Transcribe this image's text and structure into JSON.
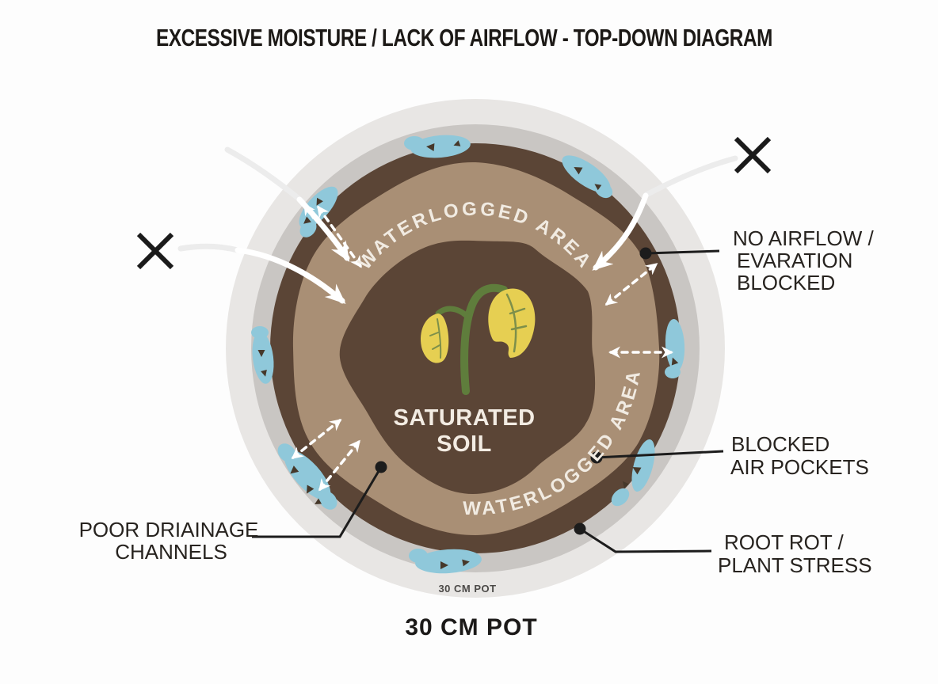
{
  "title": "EXCESSIVE MOISTURE / LACK OF AIRFLOW - TOP-DOWN DIAGRAM",
  "diagram": {
    "ring_label_top": "WATERLOGGED AREA",
    "ring_label_bottom": "WATERLOGGED AREA",
    "center_label": {
      "line1": "SATURATED",
      "line2": "SOIL"
    },
    "pot_size_inner": "30 CM POT",
    "pot_size_caption": "30 CM POT"
  },
  "callouts": {
    "no_airflow": {
      "lines": [
        "NO AIRFLOW /",
        "EVARATION",
        "BLOCKED"
      ]
    },
    "blocked_air_pockets": {
      "lines": [
        "BLOCKED",
        "AIR POCKETS"
      ]
    },
    "root_rot": {
      "lines": [
        "ROOT ROT /",
        "PLANT STRESS"
      ]
    },
    "poor_drainage": {
      "lines": [
        "POOR DRIAINAGE",
        "CHANNELS"
      ]
    }
  },
  "colors": {
    "pot_rim": "#e8e6e4",
    "pot_inner_rim": "#c9c6c3",
    "soil_dark": "#5b4536",
    "soil_wet": "#a98f75",
    "water_pocket": "#8fc8da",
    "leaf_yellow": "#e6cf52",
    "stem_green": "#5f7d3c",
    "label_ink": "#1c1c1c"
  }
}
